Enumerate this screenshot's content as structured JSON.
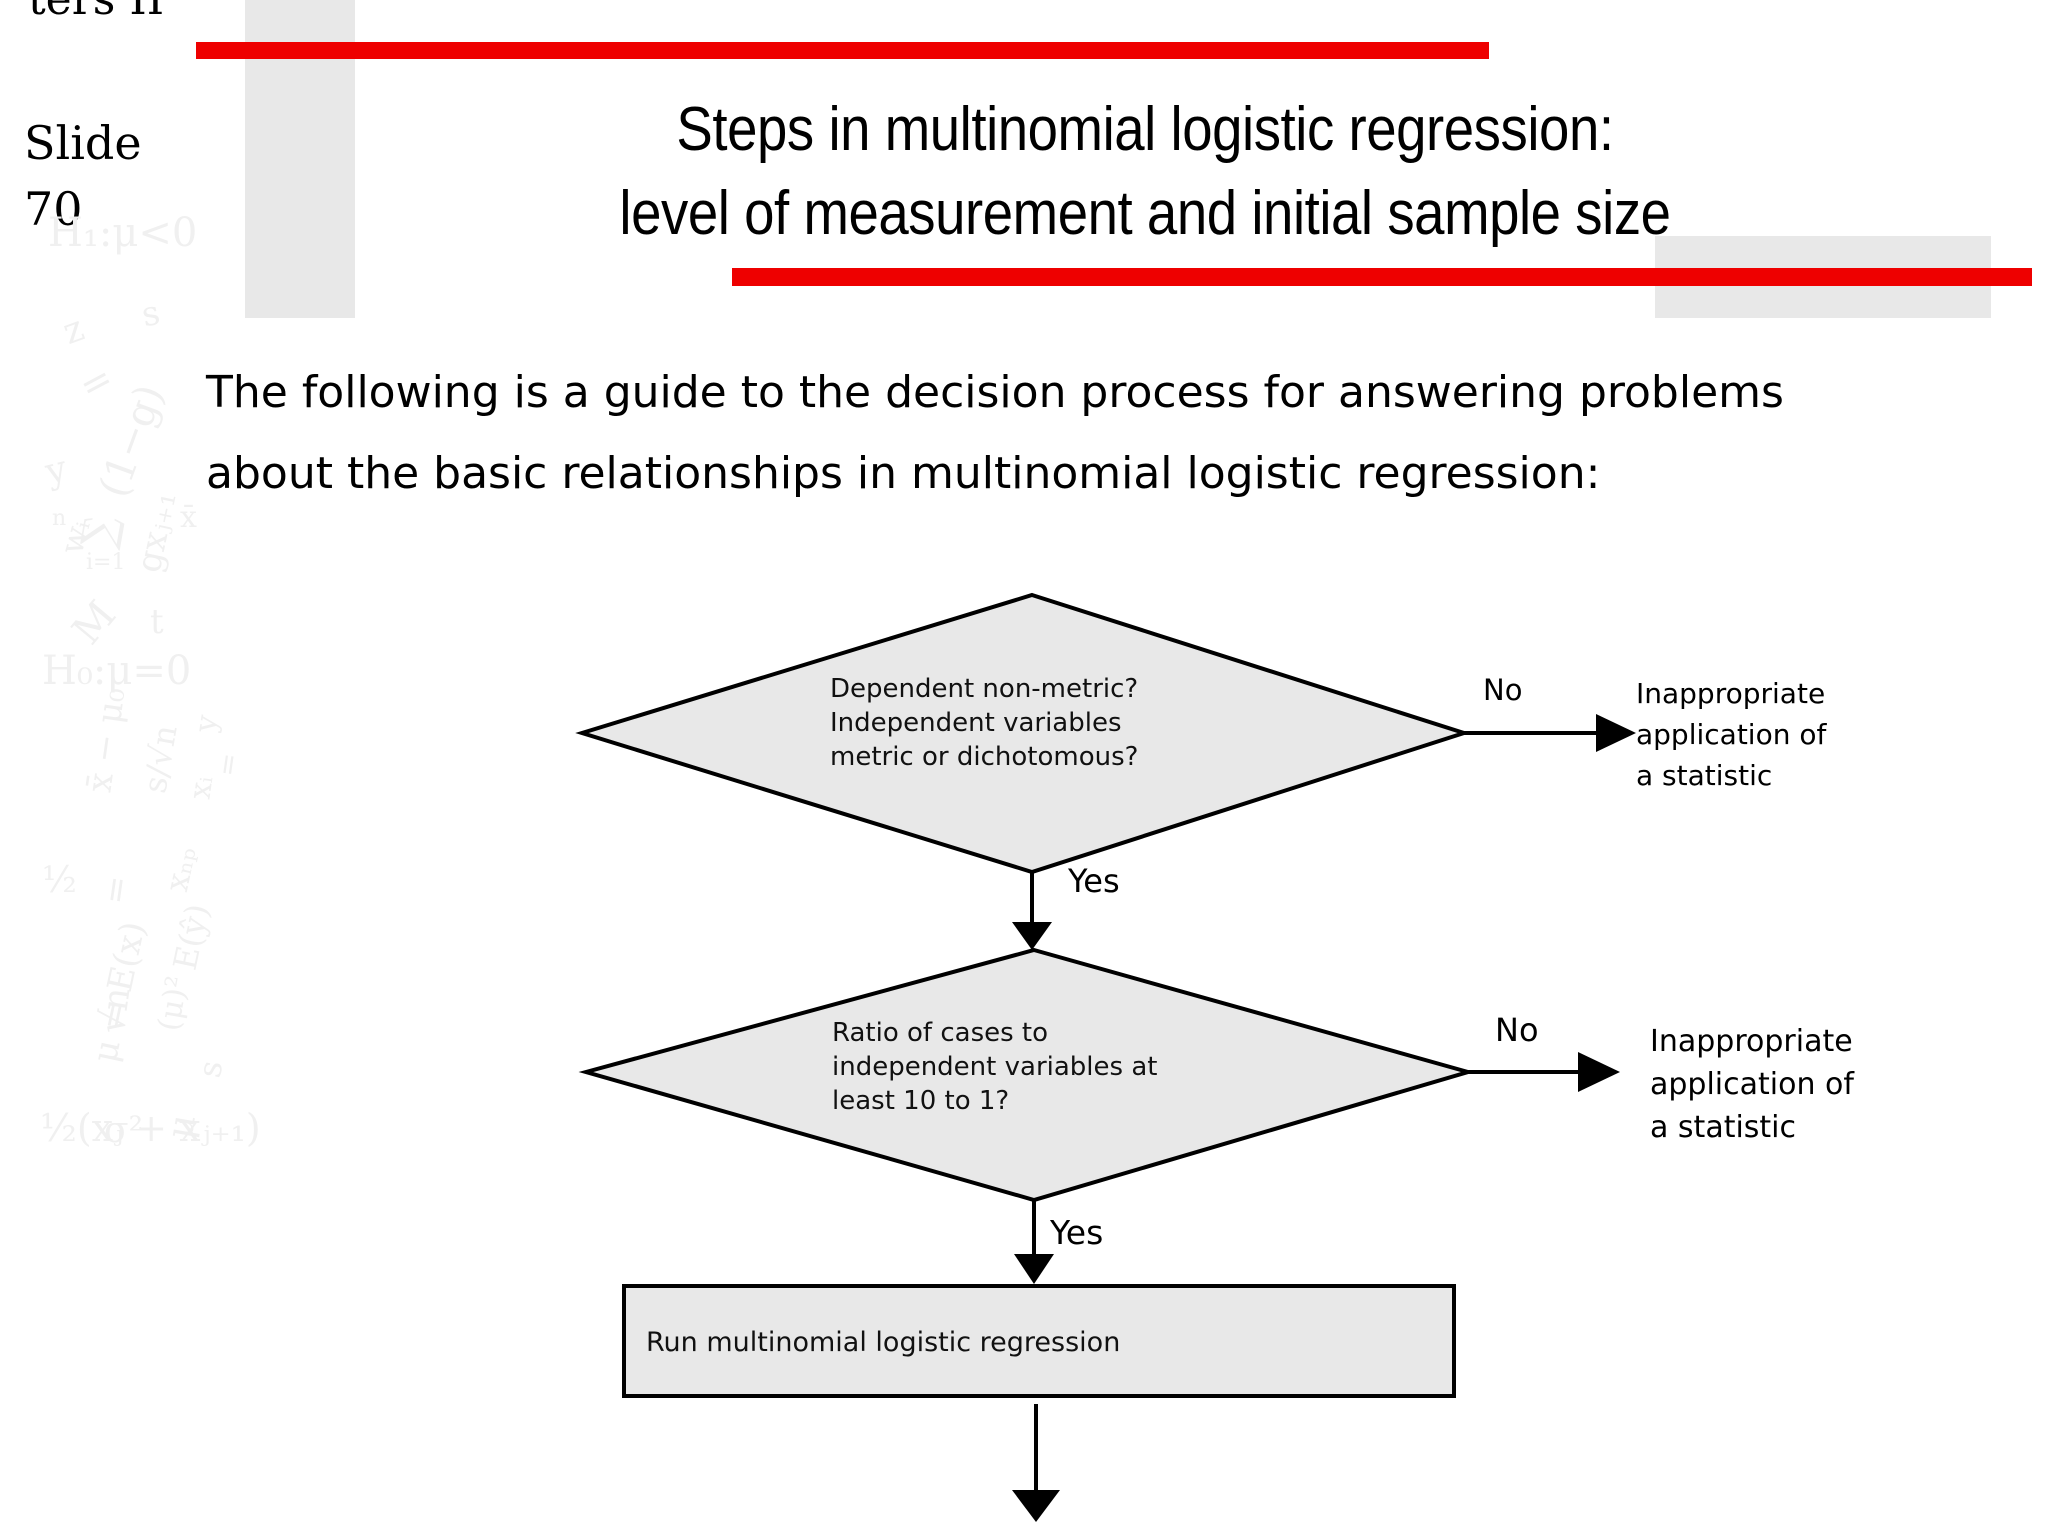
{
  "slide": {
    "clipped_header": "ters II",
    "number_label": "Slide\n70",
    "number_line1": "Slide",
    "number_line2": "70"
  },
  "title": {
    "line1": "Steps in multinomial logistic regression:",
    "line2": "level of measurement and initial sample size"
  },
  "body": {
    "paragraph": "The following is a guide to the decision process for answering problems about the basic relationships in multinomial logistic regression:"
  },
  "colors": {
    "accent_red": "#ee0000",
    "decor_gray": "#e8e8e8",
    "node_fill": "#e8e8e8",
    "node_stroke": "#000000",
    "watermark_gray": "#f0f0f0"
  },
  "watermark_equations": [
    "H₁:μ<0",
    "s",
    "z",
    "=",
    "(1−g)",
    "y",
    "x̄",
    "wᵢ",
    "∑",
    "gxⱼ₊₁",
    "n",
    "i=1",
    "M",
    "t",
    "H₀:μ=0",
    "x̄ − μ₀",
    "s/√n",
    "y",
    "xᵢ",
    "=",
    "½",
    "=",
    "xₙₚ",
    "E(ŷ)",
    "μ = E(x)",
    "√n",
    "(μ)²",
    "½(xⱼ + xⱼ₊₁)",
    "σ²",
    "μ",
    "ŷ"
  ],
  "flowchart": {
    "nodes": [
      {
        "id": "decision-1",
        "type": "decision",
        "lines": [
          "Dependent non-metric?",
          "Independent variables",
          "metric or dichotomous?"
        ]
      },
      {
        "id": "decision-2",
        "type": "decision",
        "lines": [
          "Ratio of cases to",
          "independent variables at",
          "least 10 to 1?"
        ]
      },
      {
        "id": "process-run",
        "type": "process",
        "lines": [
          "Run multinomial logistic regression"
        ]
      }
    ],
    "outcomes": [
      {
        "id": "outcome-1",
        "lines": [
          "Inappropriate",
          "application of",
          "a statistic"
        ]
      },
      {
        "id": "outcome-2",
        "lines": [
          "Inappropriate",
          "application of",
          "a statistic"
        ]
      }
    ],
    "edge_labels": {
      "no_1": "No",
      "yes_1": "Yes",
      "no_2": "No",
      "yes_2": "Yes"
    }
  }
}
